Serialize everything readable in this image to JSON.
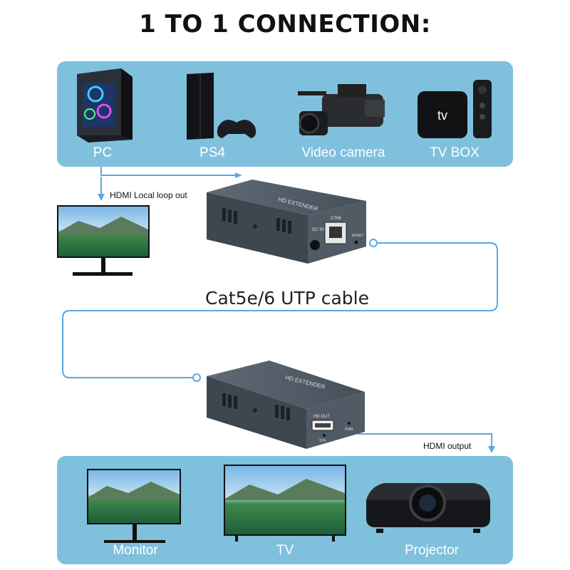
{
  "title": "1 TO 1 CONNECTION:",
  "sources": [
    "PC",
    "PS4",
    "Video camera",
    "TV BOX"
  ],
  "tvbox_logo": "tv",
  "loop_out_label": "HDMI Local loop out",
  "cable_label": "Cat5e/6 UTP cable",
  "output_label": "HDMI output",
  "displays": [
    "Monitor",
    "TV",
    "Projector"
  ],
  "transmitter": {
    "brand": "HD EXTENDER",
    "port_labels": {
      "dc": "DC 5V",
      "cat": "CT66",
      "reset": "RESET"
    }
  },
  "receiver": {
    "brand": "HD EXTENDER",
    "port_labels": {
      "hdmi": "HD OUT",
      "sta": "STA",
      "pwr": "PWR"
    }
  },
  "colors": {
    "panel": "#7fc0dd",
    "line": "#5ba7df",
    "device": "#4b5560"
  }
}
